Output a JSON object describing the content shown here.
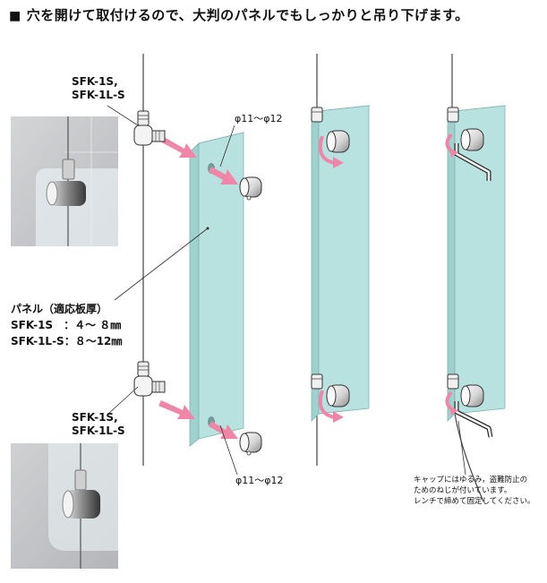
{
  "title": {
    "bullet": "■",
    "text": "穴を開けて取付けるので、大判のパネルでもしっかりと吊り下げます。"
  },
  "labels": {
    "model_top_1": "SFK-1S,",
    "model_top_2": "SFK-1L-S",
    "model_bottom_1": "SFK-1S,",
    "model_bottom_2": "SFK-1L-S",
    "hole_top": "φ11～φ12",
    "hole_bottom": "φ11～φ12",
    "panel_title": "パネル（適応板厚）",
    "panel_spec_1": "SFK-1S　：４～ ８㎜",
    "panel_spec_2": "SFK-1L-S：８～12㎜"
  },
  "note": {
    "line1": "キャップにはゆるみ，盗難防止の",
    "line2": "ためのねじが付いています。",
    "line3": "レンチで締めて固定してください。"
  },
  "colors": {
    "panel": "#b8e2df",
    "panel_edge": "#8cc6c2",
    "arrow": "#ef86a8",
    "wire": "#444444",
    "photo_bg": "#c9cacc"
  }
}
